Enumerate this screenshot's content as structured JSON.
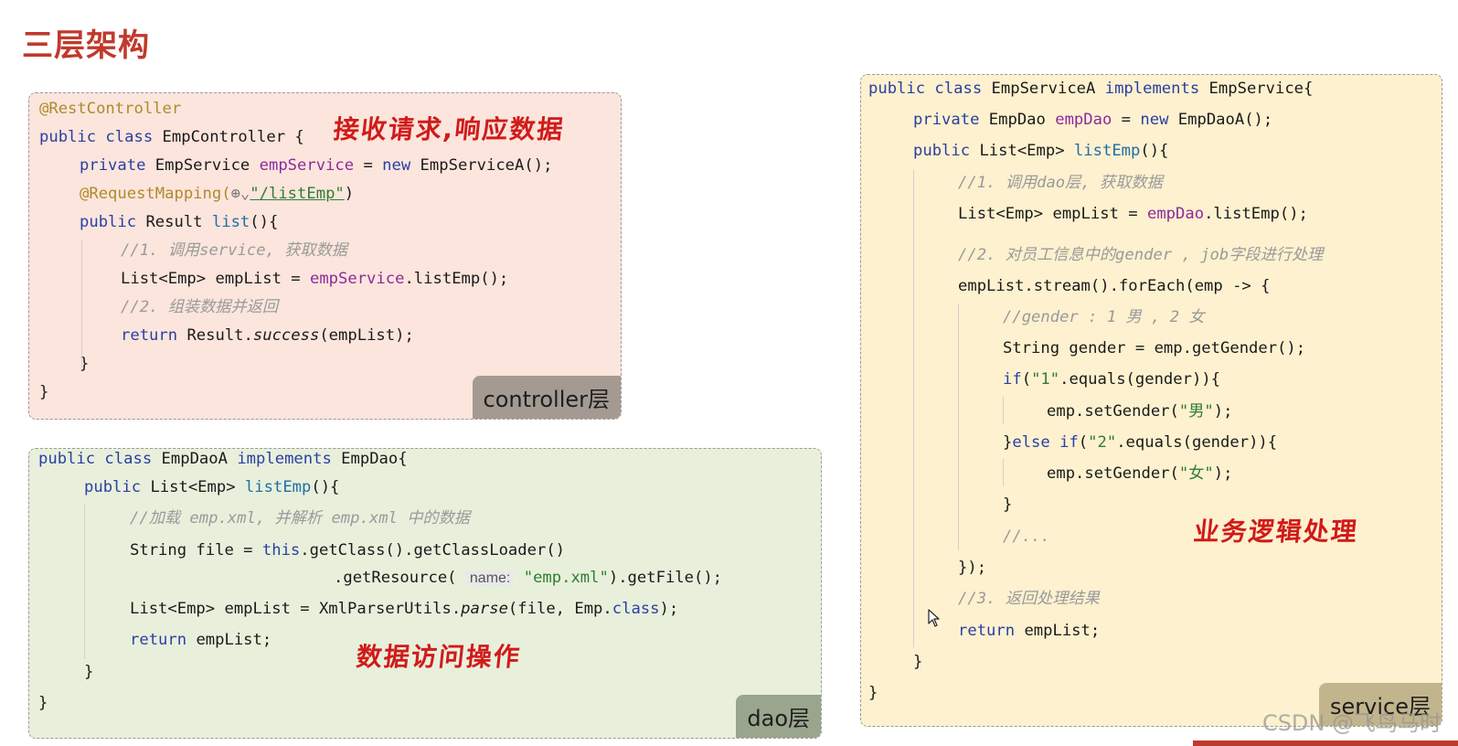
{
  "title": "三层架构",
  "accent_color": "#c0392b",
  "controller": {
    "tag": "controller层",
    "note": "接收请求,响应数据",
    "lines": {
      "l1_anno": "@RestController",
      "l2_kw": "public class",
      "l2_rest": " EmpController {",
      "l3_kw": "private",
      "l3_type": " EmpService ",
      "l3_field": "empService",
      "l3_eq": " = ",
      "l3_new": "new",
      "l3_rest": " EmpServiceA();",
      "l4_anno": "@RequestMapping(",
      "l4_icon": "globe-icon",
      "l4_str": "\"/listEmp\"",
      "l4_end": ")",
      "l5_kw": "public",
      "l5_rest": " Result ",
      "l5_fn": "list",
      "l5_end": "(){",
      "l6_cm": "//1. 调用service, 获取数据",
      "l7_a": "List<Emp> empList = ",
      "l7_field": "empService",
      "l7_b": ".listEmp();",
      "l8_cm": "//2. 组装数据并返回",
      "l9_kw": "return",
      "l9_a": " Result.",
      "l9_it": "success",
      "l9_b": "(empList);",
      "l10": "}",
      "l11": "}"
    }
  },
  "dao": {
    "tag": "dao层",
    "note": "数据访问操作",
    "lines": {
      "l1_kw": "public class",
      "l1_a": " EmpDaoA ",
      "l1_kw2": "implements",
      "l1_b": " EmpDao{",
      "l2_kw": "public",
      "l2_a": " List<Emp> ",
      "l2_fn": "listEmp",
      "l2_b": "(){",
      "l3_cm": "//加载 emp.xml, 并解析 emp.xml 中的数据",
      "l4_a": "String file = ",
      "l4_kw": "this",
      "l4_b": ".getClass().getClassLoader()",
      "l5_a": ".getResource(",
      "l5_hint": "name:",
      "l5_str": "\"emp.xml\"",
      "l5_b": ").getFile();",
      "l6_a": "List<Emp> empList = XmlParserUtils.",
      "l6_it": "parse",
      "l6_b": "(file, Emp.",
      "l6_kw": "class",
      "l6_c": ");",
      "l7_kw": "return",
      "l7_a": " empList;",
      "l8": "}",
      "l9": "}"
    }
  },
  "service": {
    "tag": "service层",
    "note": "业务逻辑处理",
    "lines": {
      "l1_kw": "public class",
      "l1_a": " EmpServiceA ",
      "l1_kw2": "implements",
      "l1_b": " EmpService{",
      "l2_kw": "private",
      "l2_a": " EmpDao ",
      "l2_field": "empDao",
      "l2_b": " = ",
      "l2_kw2": "new",
      "l2_c": " EmpDaoA();",
      "l3_kw": "public",
      "l3_a": " List<Emp> ",
      "l3_fn": "listEmp",
      "l3_b": "(){",
      "l4_cm": "//1. 调用dao层, 获取数据",
      "l5_a": "List<Emp> empList = ",
      "l5_field": "empDao",
      "l5_b": ".listEmp();",
      "l6_cm": "//2. 对员工信息中的gender , job字段进行处理",
      "l7": "empList.stream().forEach(emp -> {",
      "l8_cm": "//gender : 1 男 , 2 女",
      "l9": "String gender = emp.getGender();",
      "l10_kw": "if",
      "l10_a": "(",
      "l10_str": "\"1\"",
      "l10_b": ".equals(gender)){",
      "l11_a": "emp.setGender(",
      "l11_str": "\"男\"",
      "l11_b": ");",
      "l12_a": "}",
      "l12_kw": "else if",
      "l12_b": "(",
      "l12_str": "\"2\"",
      "l12_c": ".equals(gender)){",
      "l13_a": "emp.setGender(",
      "l13_str": "\"女\"",
      "l13_b": ");",
      "l14": "}",
      "l15_cm": "//...",
      "l16": "});",
      "l17_cm": "//3. 返回处理结果",
      "l18_kw": "return",
      "l18_a": " empList;",
      "l19": "}",
      "l20": "}"
    }
  },
  "watermark": "CSDN @飞鸟马时"
}
